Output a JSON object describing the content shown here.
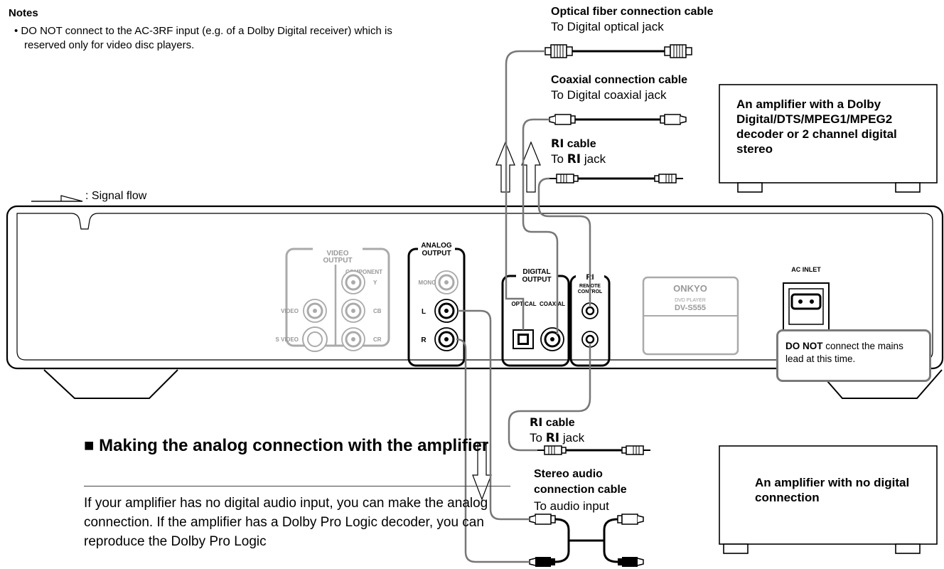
{
  "notes": {
    "title": "Notes",
    "items": [
      "DO NOT connect to the AC-3RF input (e.g. of a Dolby Digital receiver) which is reserved only for video disc players."
    ]
  },
  "cables": {
    "optical": {
      "name": "Optical fiber connection cable",
      "dest": "To Digital optical jack"
    },
    "coaxial": {
      "name": "Coaxial connection cable",
      "dest": "To Digital coaxial jack"
    },
    "ri_top": {
      "name": "cable",
      "dest_prefix": "To",
      "dest_suffix": "jack"
    },
    "ri_bottom": {
      "name": "cable",
      "dest_prefix": "To",
      "dest_suffix": "jack"
    },
    "stereo": {
      "name_line1": "Stereo audio",
      "name_line2": "connection cable",
      "dest": "To audio input"
    }
  },
  "amplifiers": {
    "digital": "An amplifier with a Dolby Digital/DTS/MPEG1/MPEG2 decoder or 2 channel digital stereo",
    "analog": "An amplifier with no digital connection"
  },
  "legend": {
    "signal_flow": ": Signal flow"
  },
  "panel": {
    "video_output": {
      "title_line1": "VIDEO",
      "title_line2": "OUTPUT",
      "component": "COMPONENT",
      "y": "Y",
      "cb": "CB",
      "cr": "CR",
      "video": "VIDEO",
      "s_video": "S VIDEO"
    },
    "analog_output": {
      "title_line1": "ANALOG",
      "title_line2": "OUTPUT",
      "mono": "MONO",
      "l": "L",
      "r": "R"
    },
    "digital_output": {
      "title_line1": "DIGITAL",
      "title_line2": "OUTPUT",
      "optical": "OPTICAL",
      "coaxial": "COAXIAL"
    },
    "remote": {
      "line1": "REMOTE",
      "line2": "CONTROL"
    },
    "brand": "ONKYO",
    "product_type": "DVD PLAYER",
    "model": "DV-S555",
    "ac_inlet": "AC INLET"
  },
  "warning": {
    "bold": "DO NOT",
    "rest": " connect the mains lead at this time."
  },
  "section": {
    "heading": "■ Making the analog connection with the amplifier",
    "body": "If your amplifier has no digital audio input, you can make the analog connection. If the amplifier has a Dolby Pro Logic decoder, you can reproduce the Dolby Pro Logic"
  }
}
